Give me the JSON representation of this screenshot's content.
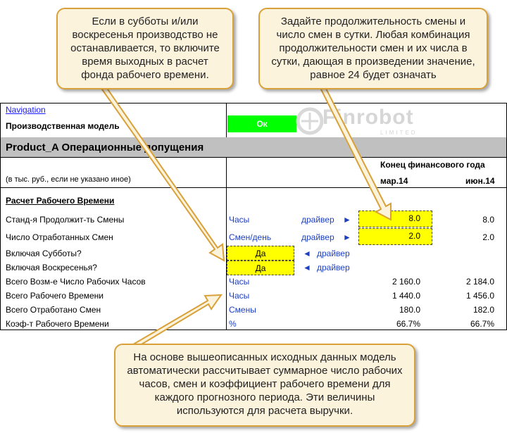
{
  "callouts": {
    "weekend": "Если в субботы и/или воскресенья производство не останавливается, то включите время выходных в расчет фонда рабочего времени.",
    "shift": "Задайте продолжительность смены и число смен в сутки. Любая комбинация продолжительности смен  и их числа в сутки, дающая в произведении значение, равное 24 будет означать",
    "summary": "На основе вышеописанных исходных данных модель автоматически рассчитывает суммарное число рабочих часов, смен и коэффициент рабочего времени для каждого прогнозного периода. Эти величины используются для расчета выручки."
  },
  "logo": {
    "name": "Finrobot",
    "sub": "LIMITED"
  },
  "sheet": {
    "navigation": "Navigation",
    "model_label": "Производственная модель",
    "ok_label": "Ок",
    "section_title": "Product_A Операционные допущения",
    "units_note": "(в тыс. руб., если не указано иное)",
    "period_header": "Конец финансового года",
    "periods": [
      "мар.14",
      "июн.14"
    ],
    "calc_header": "Расчет Рабочего Времени",
    "driver_label": "драйвер",
    "driver_arrow_right": "►",
    "driver_arrow_left": "◄",
    "rows": [
      {
        "label": "Станд-я Продолжит-ть Смены",
        "unit": "Часы",
        "values": [
          "8.0",
          "8.0"
        ]
      },
      {
        "label": "Число Отработанных Смен",
        "unit": "Смен/день",
        "values": [
          "2.0",
          "2.0"
        ]
      },
      {
        "label": "Включая Субботы?",
        "unit": "Да"
      },
      {
        "label": "Включая Воскресенья?",
        "unit": "Да"
      },
      {
        "label": "Всего Возм-е Число Рабочих Часов",
        "unit": "Часы",
        "values": [
          "2 160.0",
          "2 184.0"
        ]
      },
      {
        "label": "Всего Рабочего Времени",
        "unit": "Часы",
        "values": [
          "1 440.0",
          "1 456.0"
        ]
      },
      {
        "label": "Всего Отработано Смен",
        "unit": "Смены",
        "values": [
          "180.0",
          "182.0"
        ]
      },
      {
        "label": "Коэф-т Рабочего Времени",
        "unit": "%",
        "values": [
          "66.7%",
          "66.7%"
        ]
      }
    ]
  }
}
